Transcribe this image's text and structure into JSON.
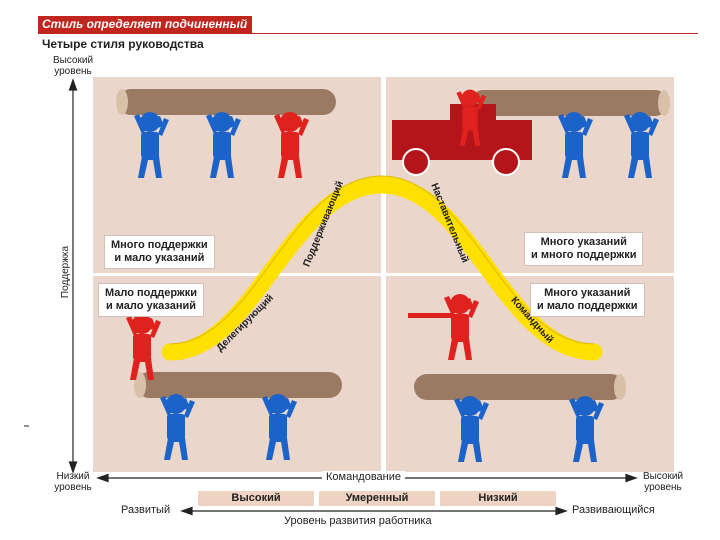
{
  "header": {
    "title": "Стиль определяет подчиненный",
    "subtitle": "Четыре стиля руководства"
  },
  "axes": {
    "y_top": [
      "Высокий",
      "уровень"
    ],
    "y_label": "Поддержка",
    "x_left": [
      "Низкий",
      "уровень"
    ],
    "x_label": "Командование",
    "x_right": [
      "Высокий",
      "уровень"
    ]
  },
  "quadrants": {
    "top_left": [
      "Много поддержки",
      "и мало указаний"
    ],
    "top_right": [
      "Много указаний",
      "и много поддержки"
    ],
    "bottom_left": [
      "Мало поддержки",
      "и мало указаний"
    ],
    "bottom_right": [
      "Много указаний",
      "и мало поддержки"
    ]
  },
  "curve_styles": {
    "delegating": "Делегирующий",
    "supporting": "Поддерживающий",
    "coaching": "Наставительный",
    "directing": "Командный"
  },
  "development": {
    "levels": [
      "Высокий",
      "Умеренный",
      "Низкий"
    ],
    "left": "Развитый",
    "right": "Развивающийся",
    "label": "Уровень развития работника"
  },
  "colors": {
    "accent_red": "#c0251e",
    "figure_blue": "#1b63c9",
    "figure_red": "#e0221f",
    "curve_yellow": "#ffe000",
    "quadrant_fill": "#ead6cb",
    "log_brown": "#9a7a63"
  }
}
